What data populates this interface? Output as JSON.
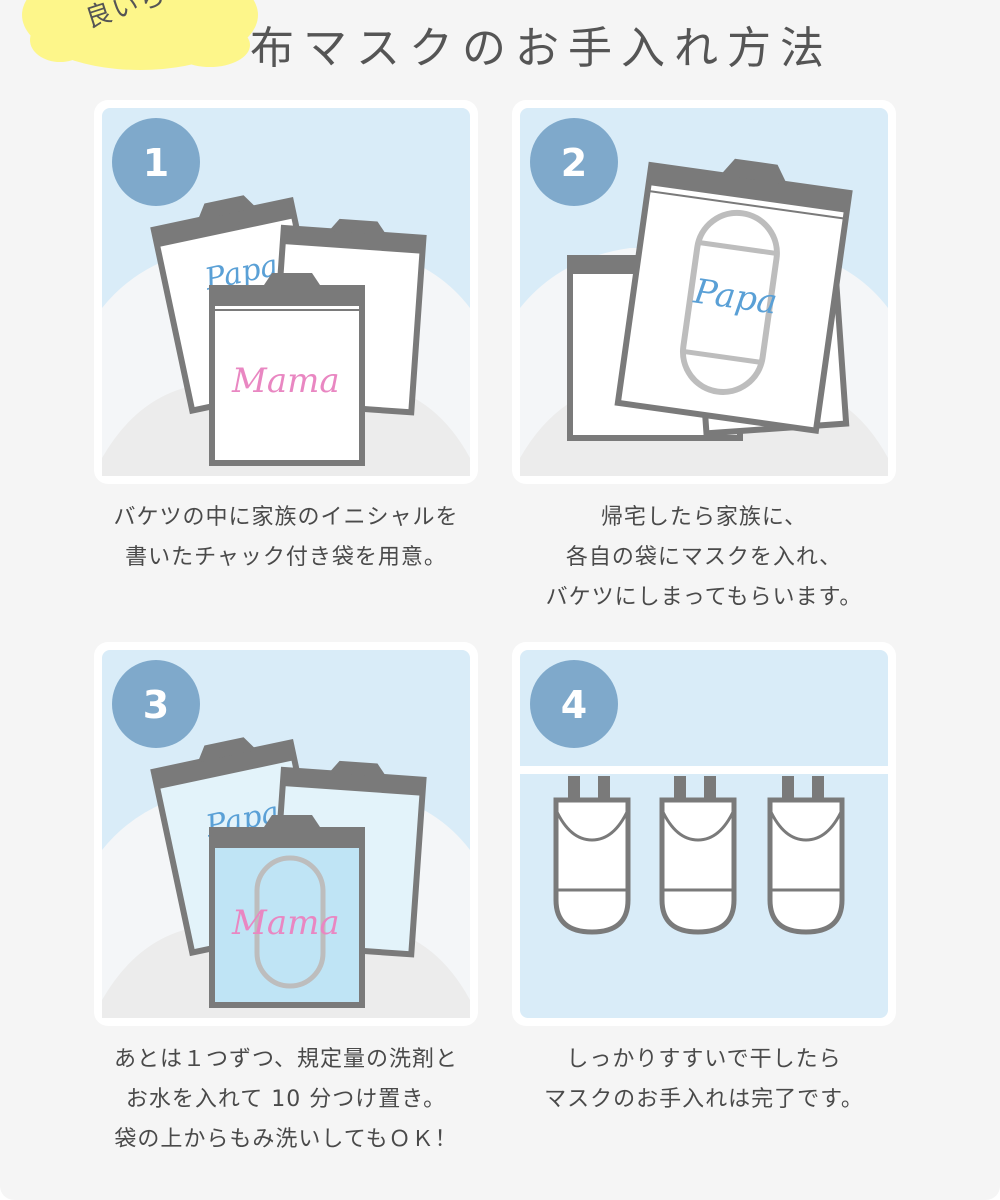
{
  "header": {
    "badge_label": "良いらし",
    "title": "布マスクのお手入れ方法"
  },
  "steps": [
    {
      "number": "1",
      "bag_label_back": "Papa",
      "bag_label_front": "Mama",
      "lines": [
        "バケツの中に家族のイニシャルを",
        "書いたチャック付き袋を用意。"
      ]
    },
    {
      "number": "2",
      "bag_label_front": "Papa",
      "lines": [
        "帰宅したら家族に、",
        "各自の袋にマスクを入れ、",
        "バケツにしまってもらいます。"
      ]
    },
    {
      "number": "3",
      "bag_label_back": "Papa",
      "bag_label_front": "Mama",
      "lines": [
        "あとは１つずつ、規定量の洗剤と",
        "お水を入れて 10 分つけ置き。",
        "袋の上からもみ洗いしてもＯＫ！"
      ]
    },
    {
      "number": "4",
      "lines": [
        "しっかりすすいで干したら",
        "マスクのお手入れは完了です。"
      ]
    }
  ],
  "colors": {
    "badge": "#fdf68a",
    "number_circle": "#7fa9cb",
    "panel_bg": "#d9ecf8",
    "bag_frame": "#7a7a7a",
    "papa_text": "#5aa0d6",
    "mama_text": "#e987c2",
    "water": "#bfe4f5"
  }
}
